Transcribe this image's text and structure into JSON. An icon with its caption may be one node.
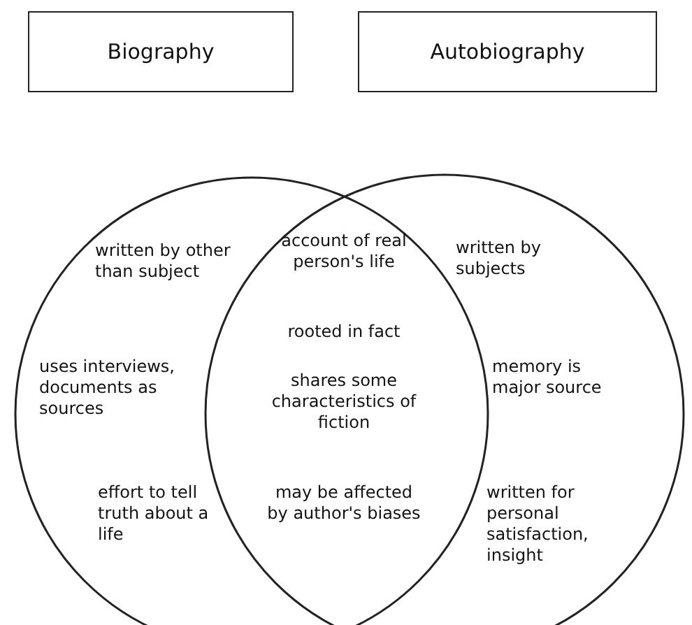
{
  "diagram": {
    "nodes": [
      {
        "text": [
          "Biography"
        ]
      },
      {
        "text": [
          "Autobiography"
        ]
      },
      {
        "text": [
          "written by other than subject",
          "uses interviews, documents as sources",
          "effort to tell truth about a life"
        ]
      },
      {
        "text": [
          "written by subjects",
          "memory is major source",
          "written for personal satisfaction, insight"
        ]
      }
    ],
    "edges": [],
    "labels": [
      "account of real person's life",
      "rooted in fact",
      "shares some characteristics of fiction",
      "may be affected by author's biases"
    ]
  }
}
